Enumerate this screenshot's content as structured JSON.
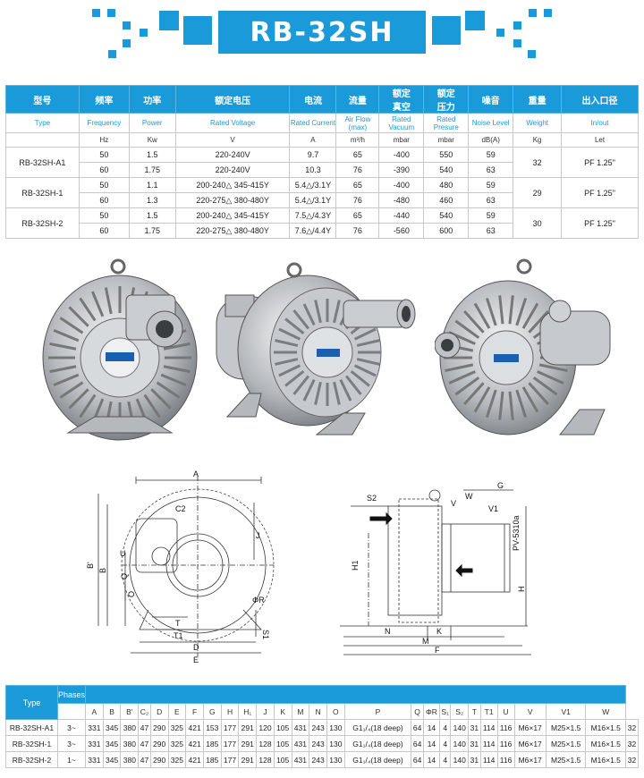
{
  "title": "RB-32SH",
  "spec_table": {
    "headers_cn": [
      "型号",
      "频率",
      "功率",
      "额定电压",
      "电流",
      "流量",
      "额定\n真空",
      "额定\n压力",
      "噪音",
      "重量",
      "出入口径"
    ],
    "headers_en": [
      "Type",
      "Frequency",
      "Power",
      "Rated Voltage",
      "Rated Current",
      "Air Flow (max)",
      "Rated Vacuum",
      "Rated Presure",
      "Noise Level",
      "Weight",
      "In/out"
    ],
    "units": [
      "",
      "Hz",
      "Kw",
      "V",
      "A",
      "m³/h",
      "mbar",
      "mbar",
      "dB(A)",
      "Kg",
      "Let"
    ],
    "models": [
      {
        "type": "RB-32SH-A1",
        "weight": "32",
        "inout": "PF 1.25\"",
        "rows": [
          {
            "freq": "50",
            "power": "1.5",
            "voltage": "220-240V",
            "current": "9.7",
            "flow": "65",
            "vacuum": "-400",
            "pressure": "550",
            "noise": "59"
          },
          {
            "freq": "60",
            "power": "1.75",
            "voltage": "220-240V",
            "current": "10.3",
            "flow": "76",
            "vacuum": "-390",
            "pressure": "540",
            "noise": "63"
          }
        ]
      },
      {
        "type": "RB-32SH-1",
        "weight": "29",
        "inout": "PF 1.25\"",
        "rows": [
          {
            "freq": "50",
            "power": "1.1",
            "voltage": "200-240△ 345-415Y",
            "current": "5.4△/3.1Y",
            "flow": "65",
            "vacuum": "-400",
            "pressure": "480",
            "noise": "59"
          },
          {
            "freq": "60",
            "power": "1.3",
            "voltage": "220-275△ 380-480Y",
            "current": "5.4△/3.1Y",
            "flow": "76",
            "vacuum": "-480",
            "pressure": "460",
            "noise": "63"
          }
        ]
      },
      {
        "type": "RB-32SH-2",
        "weight": "30",
        "inout": "PF 1.25\"",
        "rows": [
          {
            "freq": "50",
            "power": "1.5",
            "voltage": "200-240△ 345-415Y",
            "current": "7.5△/4.3Y",
            "flow": "65",
            "vacuum": "-440",
            "pressure": "540",
            "noise": "59"
          },
          {
            "freq": "60",
            "power": "1.75",
            "voltage": "220-275△ 380-480Y",
            "current": "7.6△/4.4Y",
            "flow": "76",
            "vacuum": "-560",
            "pressure": "600",
            "noise": "63"
          }
        ]
      }
    ]
  },
  "drawing": {
    "front_labels": [
      "A",
      "C2",
      "B'",
      "B",
      "U",
      "Q",
      "J",
      "O",
      "ΦR",
      "T",
      "T1",
      "S1",
      "D",
      "E"
    ],
    "side_labels": [
      "S2",
      "V",
      "W",
      "G",
      "V1",
      "H1",
      "H",
      "N",
      "K",
      "M",
      "F"
    ],
    "model_plate": "PV-5310a"
  },
  "dim_table": {
    "header_type": "Type",
    "header_phases": "Phases",
    "cols": [
      "A",
      "B",
      "B'",
      "C₂",
      "D",
      "E",
      "F",
      "G",
      "H",
      "H₁",
      "J",
      "K",
      "M",
      "N",
      "O",
      "P",
      "Q",
      "ΦR",
      "S₁",
      "S₂",
      "T",
      "T1",
      "U",
      "V",
      "V1",
      "W"
    ],
    "rows": [
      {
        "type": "RB-32SH-A1",
        "phase": "3~",
        "vals": [
          "331",
          "345",
          "380",
          "47",
          "290",
          "325",
          "421",
          "153",
          "177",
          "291",
          "120",
          "105",
          "431",
          "243",
          "130",
          "G1₁/₄(18 deep)",
          "64",
          "14",
          "4",
          "140",
          "31",
          "114",
          "116",
          "M6×17",
          "M25×1.5",
          "M16×1.5",
          "32"
        ]
      },
      {
        "type": "RB-32SH-1",
        "phase": "3~",
        "vals": [
          "331",
          "345",
          "380",
          "47",
          "290",
          "325",
          "421",
          "185",
          "177",
          "291",
          "128",
          "105",
          "431",
          "243",
          "130",
          "G1₁/₄(18 deep)",
          "64",
          "14",
          "4",
          "140",
          "31",
          "114",
          "116",
          "M6×17",
          "M25×1.5",
          "M16×1.5",
          "32"
        ]
      },
      {
        "type": "RB-32SH-2",
        "phase": "1~",
        "vals": [
          "331",
          "345",
          "380",
          "47",
          "290",
          "325",
          "421",
          "185",
          "177",
          "291",
          "128",
          "105",
          "431",
          "243",
          "130",
          "G1₁/₄(18 deep)",
          "64",
          "14",
          "4",
          "140",
          "31",
          "114",
          "116",
          "M6×17",
          "M25×1.5",
          "M16×1.5",
          "32"
        ]
      }
    ]
  }
}
